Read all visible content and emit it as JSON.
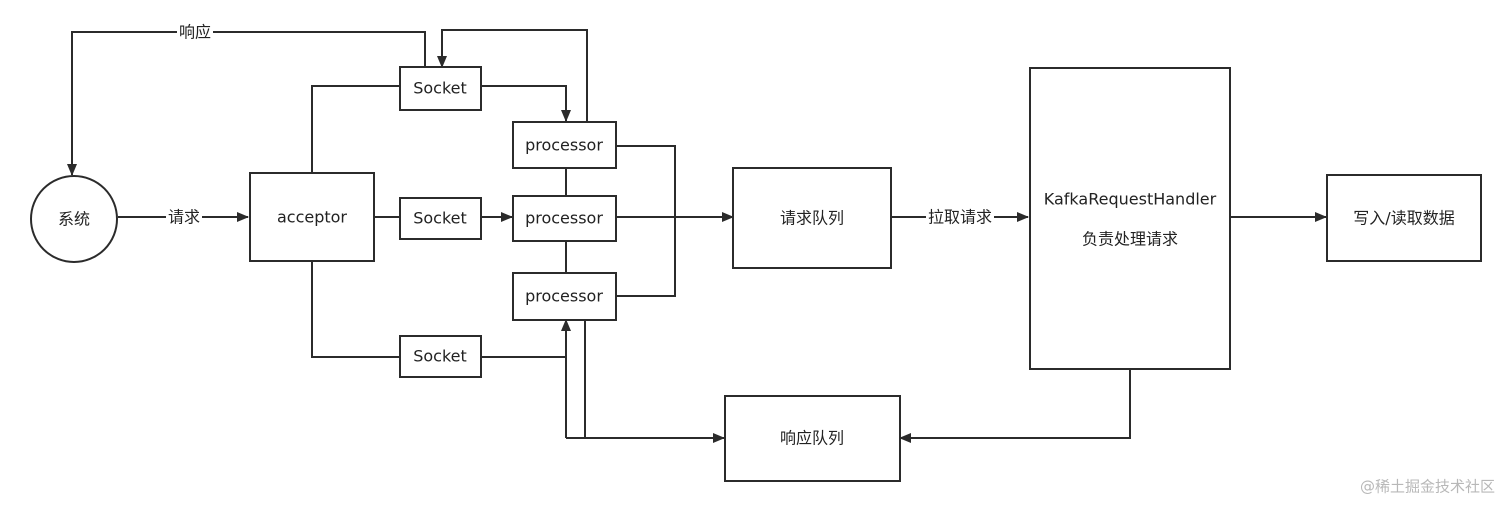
{
  "nodes": {
    "system": "系统",
    "acceptor": "acceptor",
    "socket_top": "Socket",
    "socket_mid": "Socket",
    "socket_bottom": "Socket",
    "processor_1": "processor",
    "processor_2": "processor",
    "processor_3": "processor",
    "request_queue": "请求队列",
    "handler_line1": "KafkaRequestHandler",
    "handler_line2": "负责处理请求",
    "write_read": "写入/读取数据",
    "response_queue": "响应队列"
  },
  "edges": {
    "request": "请求",
    "response": "响应",
    "pull_request": "拉取请求"
  },
  "watermark": "@稀土掘金技术社区"
}
